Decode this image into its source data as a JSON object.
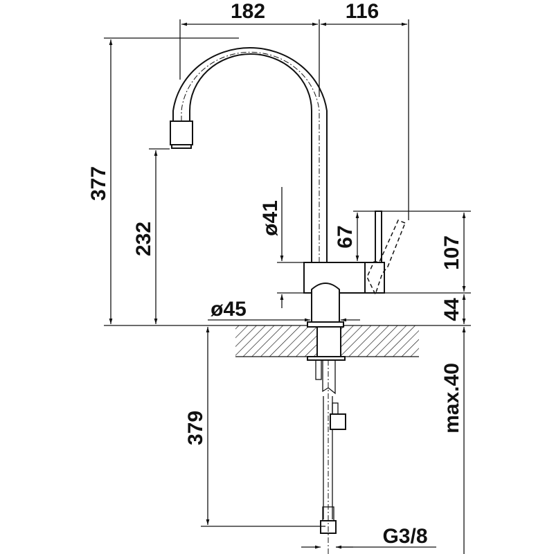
{
  "title": "Kitchen faucet technical dimension drawing",
  "dimensions": {
    "spout_reach": "182",
    "lever_offset": "116",
    "total_height": "377",
    "spout_height": "232",
    "body_diameter": "ø41",
    "lever_height": "67",
    "lever_total_height": "107",
    "body_base_height": "44",
    "base_diameter": "ø45",
    "counter_thickness": "max.40",
    "hose_length": "379",
    "connection_thread": "G3/8"
  },
  "colors": {
    "line": "#111111",
    "background": "#ffffff"
  }
}
